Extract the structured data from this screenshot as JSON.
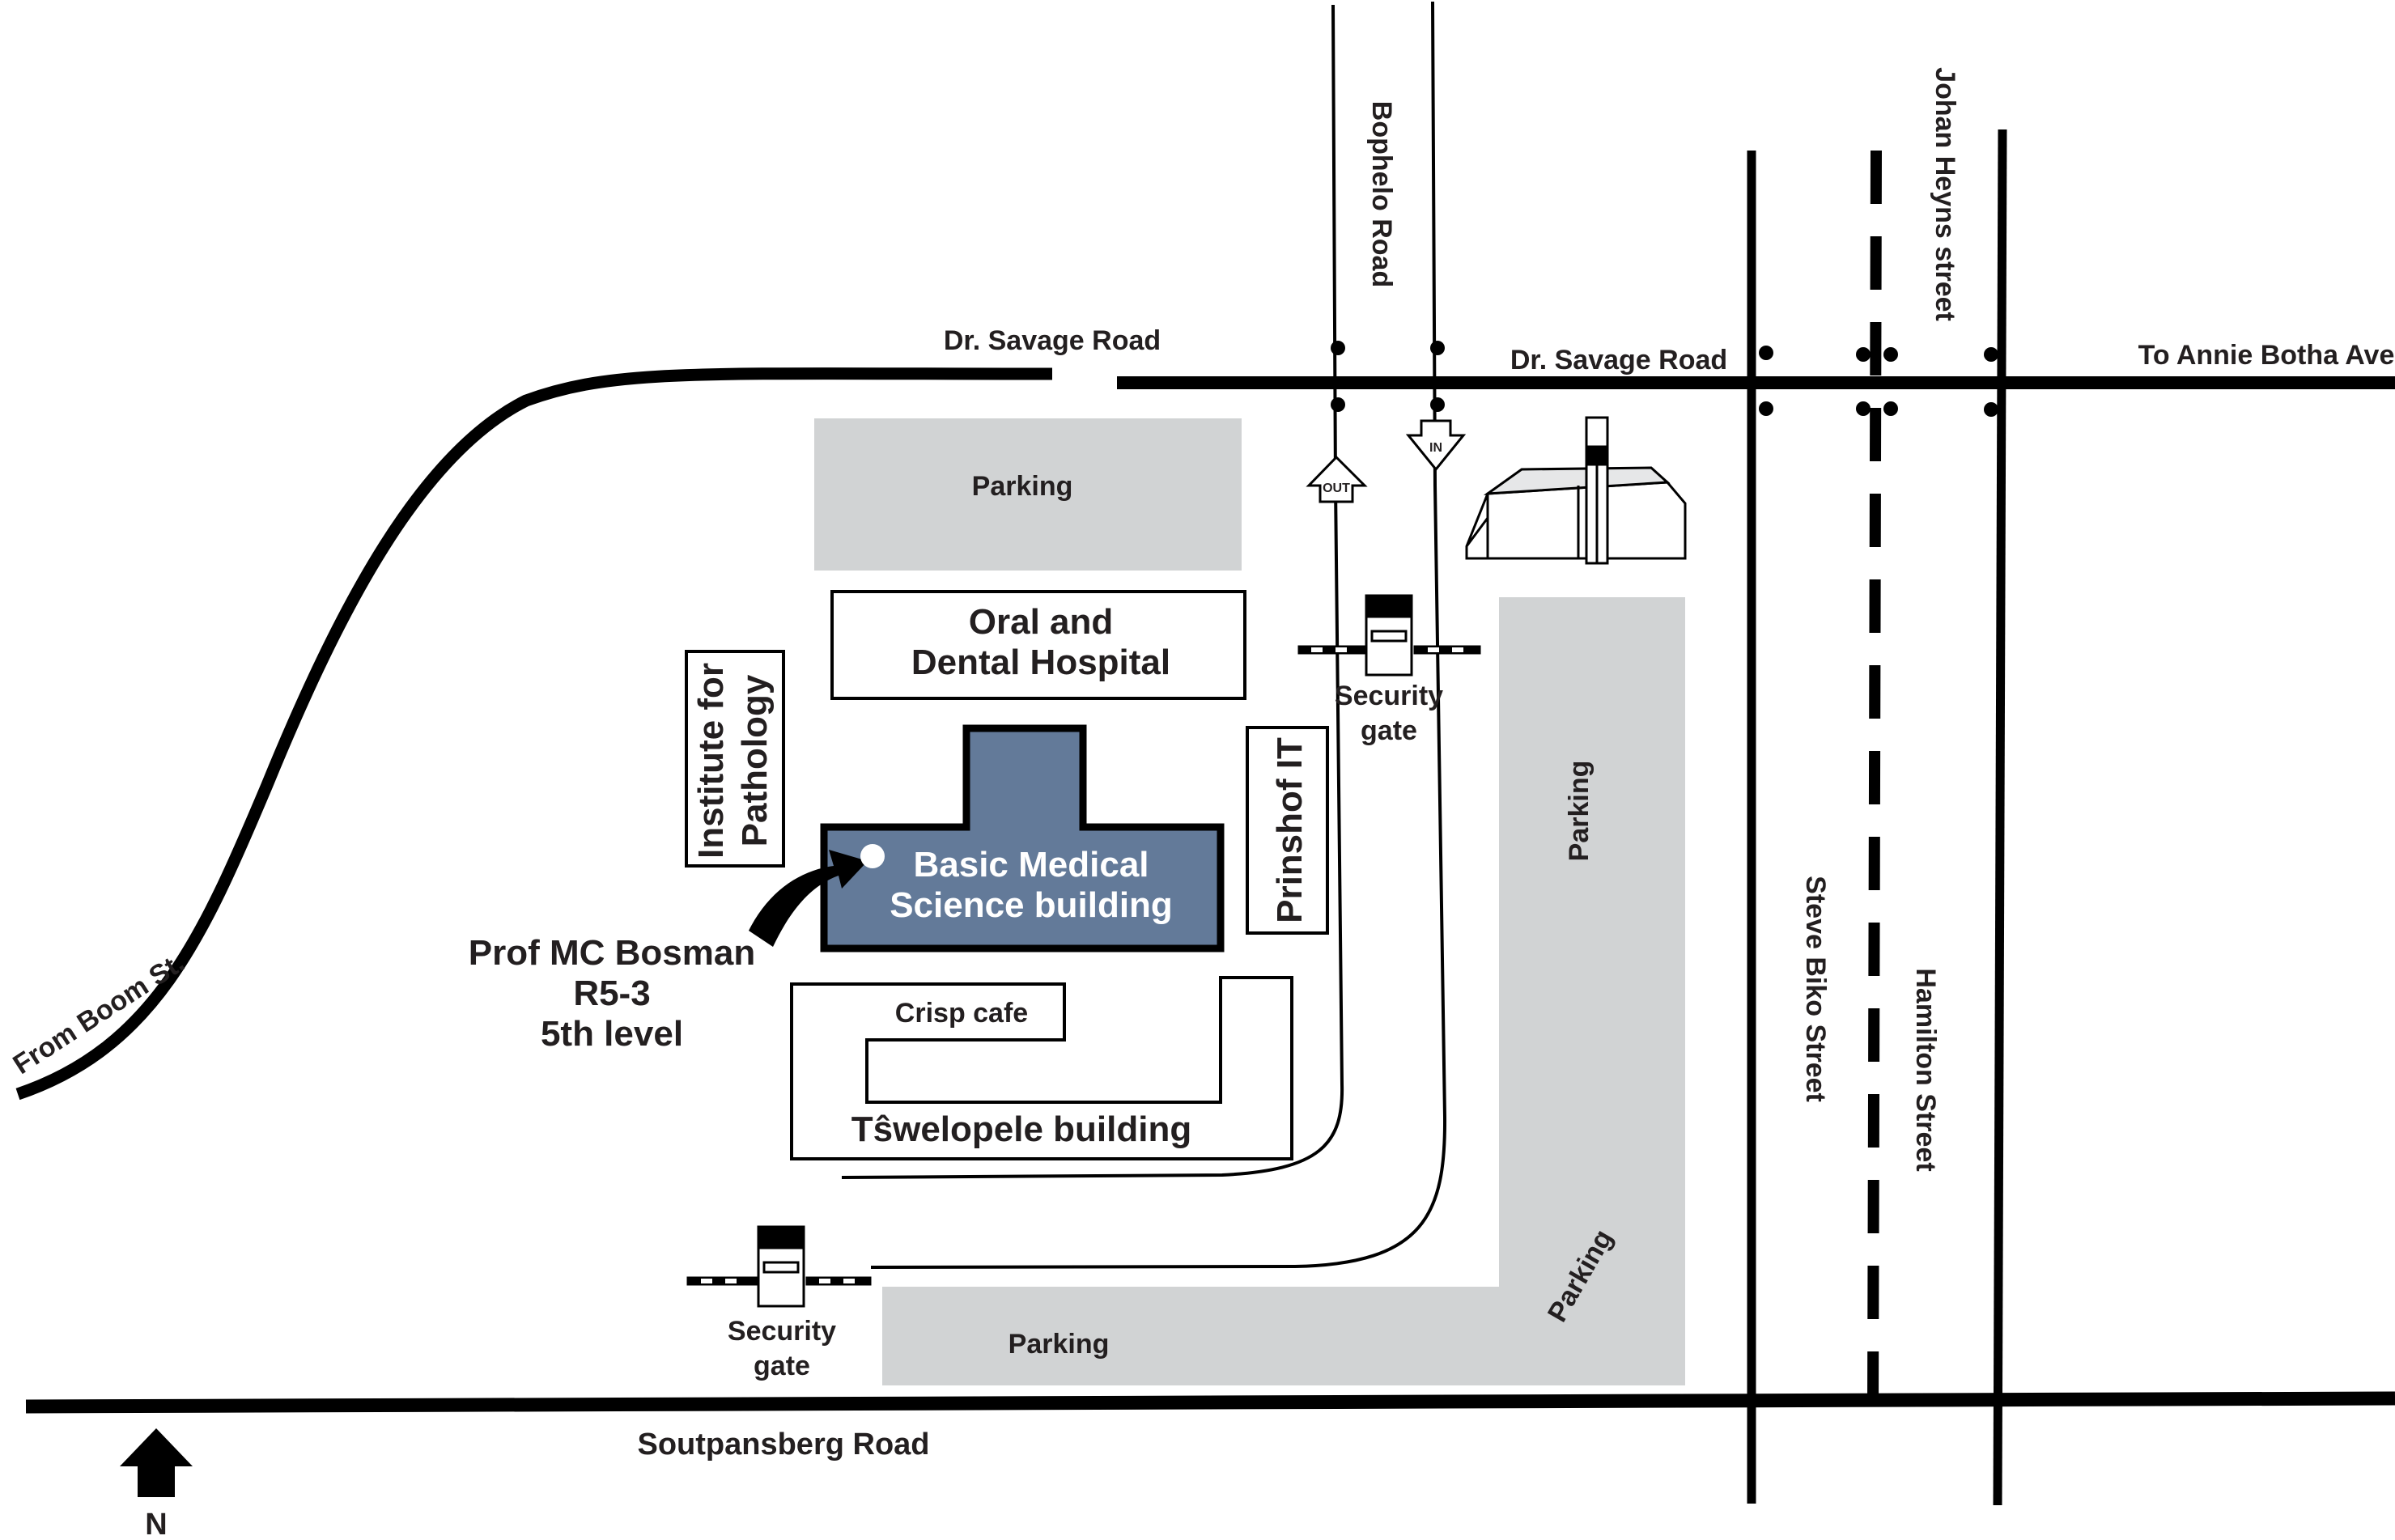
{
  "roads": {
    "dr_savage_west": "Dr. Savage Road",
    "dr_savage_east": "Dr. Savage Road",
    "bophelo": "Bophelo Road",
    "johan_heyns": "Johan Heyns street",
    "to_annie_botha": "To Annie Botha Ave",
    "from_boom": "From Boom St.",
    "steve_biko": "Steve Biko Street",
    "hamilton": "Hamilton Street",
    "soutpansberg": "Soutpansberg Road"
  },
  "buildings": {
    "parking_top": "Parking",
    "oral_dental_line1": "Oral and",
    "oral_dental_line2": "Dental Hospital",
    "institute_line1": "Institute for",
    "institute_line2": "Pathology",
    "bms_line1": "Basic Medical",
    "bms_line2": "Science building",
    "prinshof": "Prinshof IT",
    "crisp_cafe": "Crisp cafe",
    "tswelopele": "Tŝwelopele building",
    "parking_right": "Parking",
    "parking_corner": "Parking",
    "parking_bottom": "Parking"
  },
  "gates": {
    "top_line1": "Security",
    "top_line2": "gate",
    "bottom_line1": "Security",
    "bottom_line2": "gate",
    "out_sign": "OUT",
    "in_sign": "IN"
  },
  "destination": {
    "name": "Prof MC Bosman",
    "room": "R5-3",
    "level": "5th level"
  },
  "compass": {
    "label": "N"
  },
  "colors": {
    "road": "#000000",
    "parking": "#d1d3d4",
    "target_building": "#637a99",
    "text": "#231f20"
  }
}
